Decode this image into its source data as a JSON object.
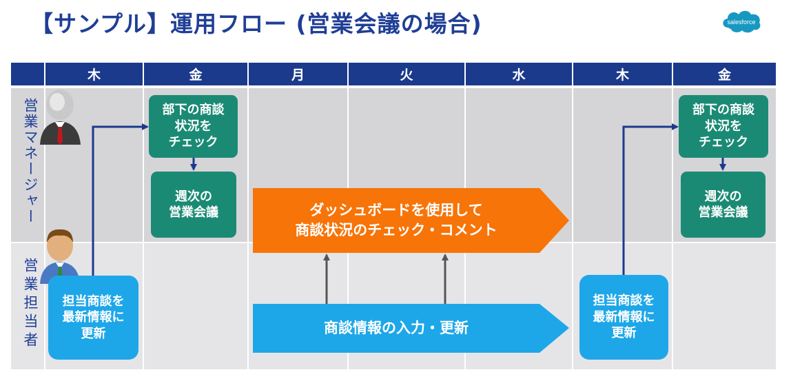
{
  "title": "【サンプル】運用フロー (営業会議の場合)",
  "logo_text": "salesforce",
  "days": [
    "木",
    "金",
    "月",
    "火",
    "水",
    "木",
    "金"
  ],
  "lanes": {
    "manager": "営業マネージャー",
    "rep": "営業担当者"
  },
  "boxes": {
    "check1": "部下の商談\n状況を\nチェック",
    "meeting1": "週次の\n営業会議",
    "update1": "担当商談を\n最新情報に\n更新",
    "dashboard": "ダッシュボードを使用して\n商談状況のチェック・コメント",
    "input": "商談情報の入力・更新",
    "update2": "担当商談を\n最新情報に\n更新",
    "check2": "部下の商談\n状況を\nチェック",
    "meeting2": "週次の\n営業会議"
  },
  "colors": {
    "header": "#1b3a8c",
    "title": "#1f3e96",
    "green": "#1b8a74",
    "blue": "#1ea7e8",
    "orange": "#f77408"
  }
}
